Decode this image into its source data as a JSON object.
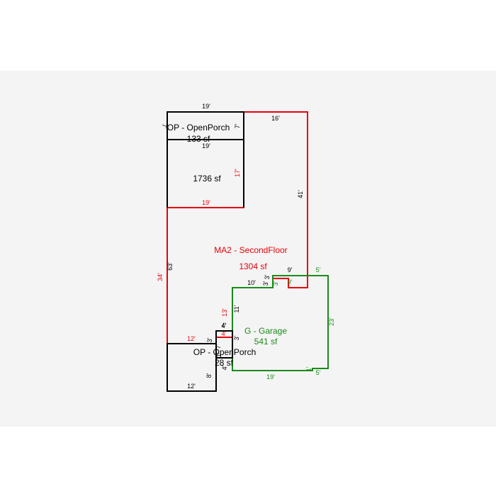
{
  "colors": {
    "main": "#e8000b",
    "garage": "#1a8a1a",
    "porch": "#000000",
    "background": "#f4f4f4"
  },
  "areas": {
    "open_porch_top": {
      "name": "OP - OpenPorch",
      "area": "133 sf"
    },
    "main_area": {
      "area": "1736 sf"
    },
    "second_floor": {
      "name": "MA2 - SecondFloor",
      "area": "1304 sf"
    },
    "garage": {
      "name": "G - Garage",
      "area": "541 sf"
    },
    "open_porch_bottom": {
      "name": "OP - OpenPorch",
      "area": "28 sf"
    }
  },
  "dimensions": {
    "porch_top_width": "19'",
    "porch_top_left": "7'",
    "porch_top_right": "7'",
    "porch_top_bottom": "19'",
    "main_top": "16'",
    "main_right": "41'",
    "main_notch_right": "17'",
    "main_notch_bottom": "19'",
    "main_left_inner": "63'",
    "main_left_outer": "34'",
    "step_top": "9'",
    "step_small_a": "3'",
    "step_small_b": "3'",
    "step_small_c": "9'",
    "step_left": "10'",
    "step_red_3": "3'",
    "garage_top": "5'",
    "garage_right": "23'",
    "garage_left_inner": "11'",
    "garage_left_red": "13'",
    "garage_bottom": "19'",
    "garage_notch_bottom": "5'",
    "garage_notch_side": "1'",
    "porch_b_top_left": "12'",
    "porch_b_small_3": "3'",
    "porch_b_4a": "4'",
    "porch_b_4b": "4'",
    "porch_b_4c": "4'",
    "porch_b_7": "7'",
    "porch_b_3": "3'",
    "porch_b_8": "8'",
    "porch_b_bottom": "12'",
    "porch_b_1": "1'",
    "porch_b_4d": "4'"
  }
}
